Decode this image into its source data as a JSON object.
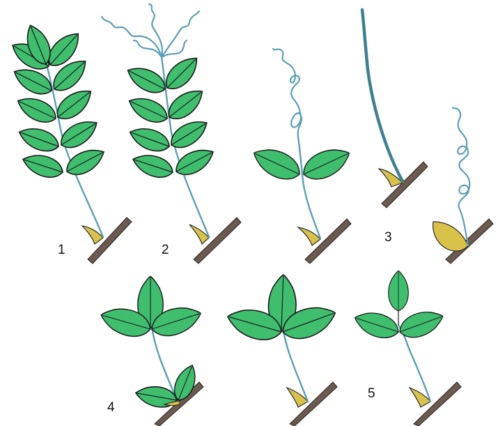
{
  "figure_labels": {
    "fig1": "1",
    "fig2": "2",
    "fig3": "3",
    "fig4": "4",
    "fig5": "5"
  },
  "colors": {
    "leaflet": "#3fbf6e",
    "stem": "#5b9fb5",
    "tendril": "#5b9fb5",
    "branch": "#6b5a4f",
    "stipule": "#d8c24a"
  },
  "illustrations": [
    {
      "figure": "1",
      "type": "pinnate leaf with 5 leaflet pairs plus terminal leaflet"
    },
    {
      "figure": "2",
      "type": "pinnate leaf with leaflet pairs and terminal tendrils"
    },
    {
      "figure": "3",
      "type": "one leaflet pair with terminal tendril; whole leaf tendril; leaf reduced to stipule with tendril"
    },
    {
      "figure": "4",
      "type": "trifoliate leaves with enlarged stipules"
    },
    {
      "figure": "5",
      "type": "trifoliate leaves with stalked terminal leaflet"
    }
  ]
}
